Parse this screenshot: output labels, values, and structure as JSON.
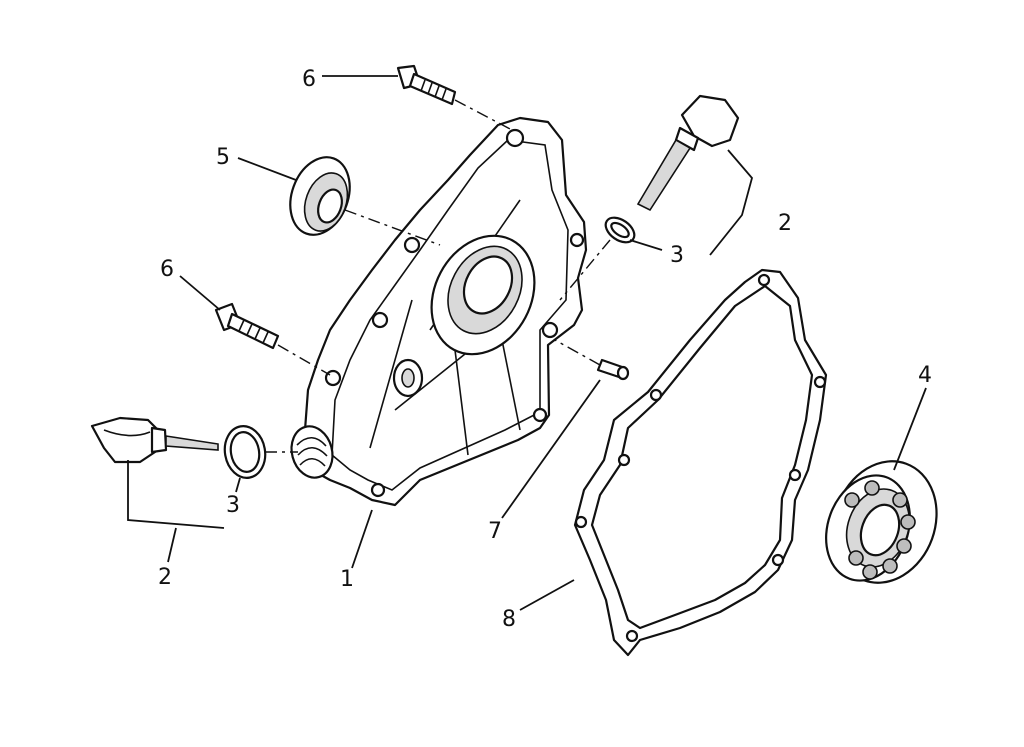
{
  "diagram": {
    "callouts": [
      {
        "id": "c6a",
        "label": "6"
      },
      {
        "id": "c5",
        "label": "5"
      },
      {
        "id": "c6b",
        "label": "6"
      },
      {
        "id": "c2a",
        "label": "2"
      },
      {
        "id": "c3a",
        "label": "3"
      },
      {
        "id": "c2b",
        "label": "2"
      },
      {
        "id": "c3b",
        "label": "3"
      },
      {
        "id": "c1",
        "label": "1"
      },
      {
        "id": "c7",
        "label": "7"
      },
      {
        "id": "c8",
        "label": "8"
      },
      {
        "id": "c4",
        "label": "4"
      }
    ]
  }
}
